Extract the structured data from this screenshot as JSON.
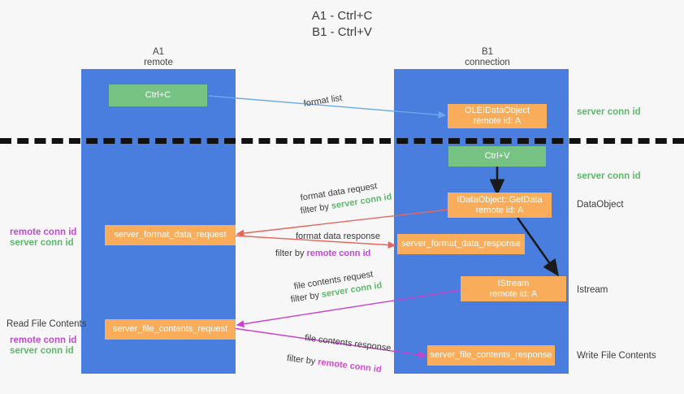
{
  "title": "A1 - Ctrl+C\nB1 - Ctrl+V",
  "lanes": [
    {
      "name": "a1",
      "header": "A1\nremote"
    },
    {
      "name": "b1",
      "header": "B1\nconnection"
    }
  ],
  "boxes": {
    "ctrl_c": "Ctrl+C",
    "ctrl_v": "Ctrl+V",
    "idataobject_line1": "OLEIDataObject",
    "idataobject_line2": "remote id: A",
    "getdata_line1": "IDataObject::GetData",
    "getdata_line2": "remote id: A",
    "istream_line1": "IStream",
    "istream_line2": "remote id: A",
    "server_format_data_request": "server_format_data_request",
    "server_format_data_response": "server_format_data_response",
    "server_file_contents_request": "server_file_contents_request",
    "server_file_contents_response": "server_file_contents_response"
  },
  "edges": {
    "format_list": "format list",
    "format_data_request": "format data request",
    "format_data_request_filter_prefix": "filter by ",
    "format_data_request_filter_value": "server conn id",
    "format_data_response": "format data response",
    "format_data_response_filter_prefix": "filter by ",
    "format_data_response_filter_value": "remote conn id",
    "file_contents_request": "file contents request",
    "file_contents_request_filter_prefix": "filter by ",
    "file_contents_request_filter_value": "server conn id",
    "file_contents_response": "file contents response",
    "file_contents_response_filter_prefix": "filter by ",
    "file_contents_response_filter_value": "remote conn id"
  },
  "annotations": {
    "right_server_conn_id_top": "server conn id",
    "right_server_conn_id_mid": "server conn id",
    "right_dataobject": "DataObject",
    "right_istream": "Istream",
    "right_write_file_contents": "Write File Contents",
    "left_remote_conn_id_1": "remote conn id",
    "left_server_conn_id_1": "server conn id",
    "left_read_file_contents": "Read File Contents",
    "left_remote_conn_id_2": "remote conn id",
    "left_server_conn_id_2": "server conn id"
  },
  "colors": {
    "lane": "#4a7ede",
    "green_box": "#77c384",
    "orange_box": "#f9ad5a",
    "server_conn_id": "#5cb96b",
    "remote_conn_id": "#c14ad4",
    "format_list_arrow": "#6aa9e9",
    "format_data_arrow": "#e8655c",
    "file_contents_arrow": "#cc41cc",
    "black_arrow": "#1a1a1a"
  }
}
